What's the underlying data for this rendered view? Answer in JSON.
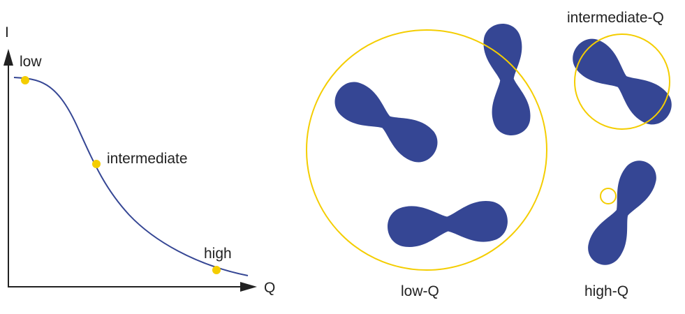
{
  "colors": {
    "particle": "#354694",
    "probe": "#f4cd00",
    "axis": "#222222",
    "curve": "#354694"
  },
  "plot": {
    "y_axis_label": "I",
    "x_axis_label": "Q",
    "points": [
      {
        "label": "low"
      },
      {
        "label": "intermediate"
      },
      {
        "label": "high"
      }
    ]
  },
  "panels": {
    "low_q": {
      "label": "low-Q"
    },
    "intermediate_q": {
      "label": "intermediate-Q"
    },
    "high_q": {
      "label": "high-Q"
    }
  }
}
